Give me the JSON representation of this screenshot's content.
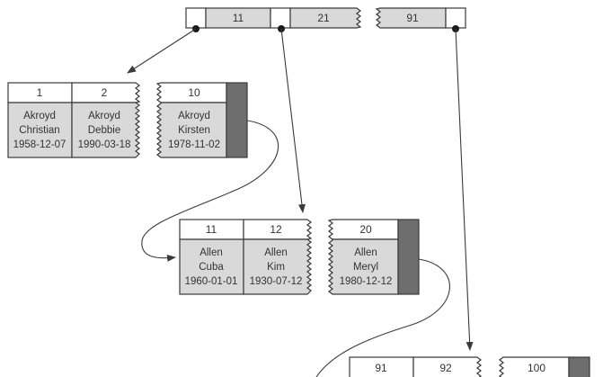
{
  "root_node": {
    "keys": [
      "11",
      "21",
      "91"
    ]
  },
  "leaf_pages": [
    {
      "rows": [
        {
          "id": "1",
          "last_name": "Akroyd",
          "first_name": "Christian",
          "dob": "1958-12-07"
        },
        {
          "id": "2",
          "last_name": "Akroyd",
          "first_name": "Debbie",
          "dob": "1990-03-18"
        },
        {
          "id": "10",
          "last_name": "Akroyd",
          "first_name": "Kirsten",
          "dob": "1978-11-02"
        }
      ]
    },
    {
      "rows": [
        {
          "id": "11",
          "last_name": "Allen",
          "first_name": "Cuba",
          "dob": "1960-01-01"
        },
        {
          "id": "12",
          "last_name": "Allen",
          "first_name": "Kim",
          "dob": "1930-07-12"
        },
        {
          "id": "20",
          "last_name": "Allen",
          "first_name": "Meryl",
          "dob": "1980-12-12"
        }
      ]
    },
    {
      "rows": [
        {
          "id": "91"
        },
        {
          "id": "92"
        },
        {
          "id": "100"
        }
      ]
    }
  ],
  "colors": {
    "line": "#3a3a3a",
    "cell_fill": "#d9d9d9",
    "link_fill": "#6e6e6e",
    "header_fill": "#ffffff"
  }
}
